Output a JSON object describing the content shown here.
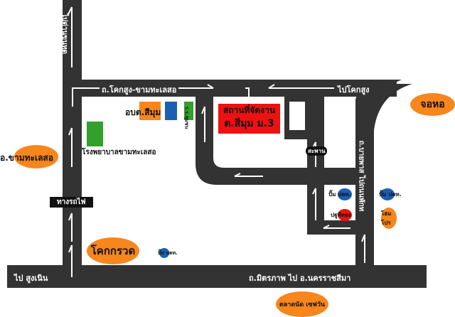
{
  "roads": {
    "to_dan_khun_thot": "ไปด่านขุนทด",
    "khok_sung_kham_thale_so": "ถ.โคกสูง-ขามทะเลสอ",
    "to_khok_sung": "ไปโคกสูง",
    "to_non_thai_bangkok": "ถ.บายพาส ไปถนนพักท",
    "to_sung_noen": "ไป สูงเนิน",
    "mittraphap": "ถ.มิตรภาพ ไป อ.นครราชสีมา",
    "railway": "ทางรถไฟ",
    "bridge": "สะพาน"
  },
  "places": {
    "venue": [
      "สถานที่จัดงาน",
      "ต.สีมุม ม.3"
    ],
    "sao_office": "อบต.สีมุม",
    "hospital": "โรงพยาบาลขามทะเลสอ",
    "school": "ร.ร.ชุมชน",
    "gas_ptt_1": "ปั๊ม ปตท.",
    "gas_ptt_2": "ปั๊ม ปตท.",
    "gas_ptt_3": "ปั๊ม ปตท.",
    "pratu_thong": "ปฐูทีทอง",
    "home_pro": "โฮมโปร",
    "khok_kruat": "โคกกรวด",
    "amphoe_kham_thale_so": "อ.ขามทะเลสอ",
    "cho_ho": "จอหอ",
    "market": "ตลาดนัด เซฟวัน"
  },
  "colors": {
    "road": "#333333",
    "orange": "#f7861c",
    "red": "#ee1111",
    "blue": "#1b5fb5",
    "green": "#33a02c"
  }
}
